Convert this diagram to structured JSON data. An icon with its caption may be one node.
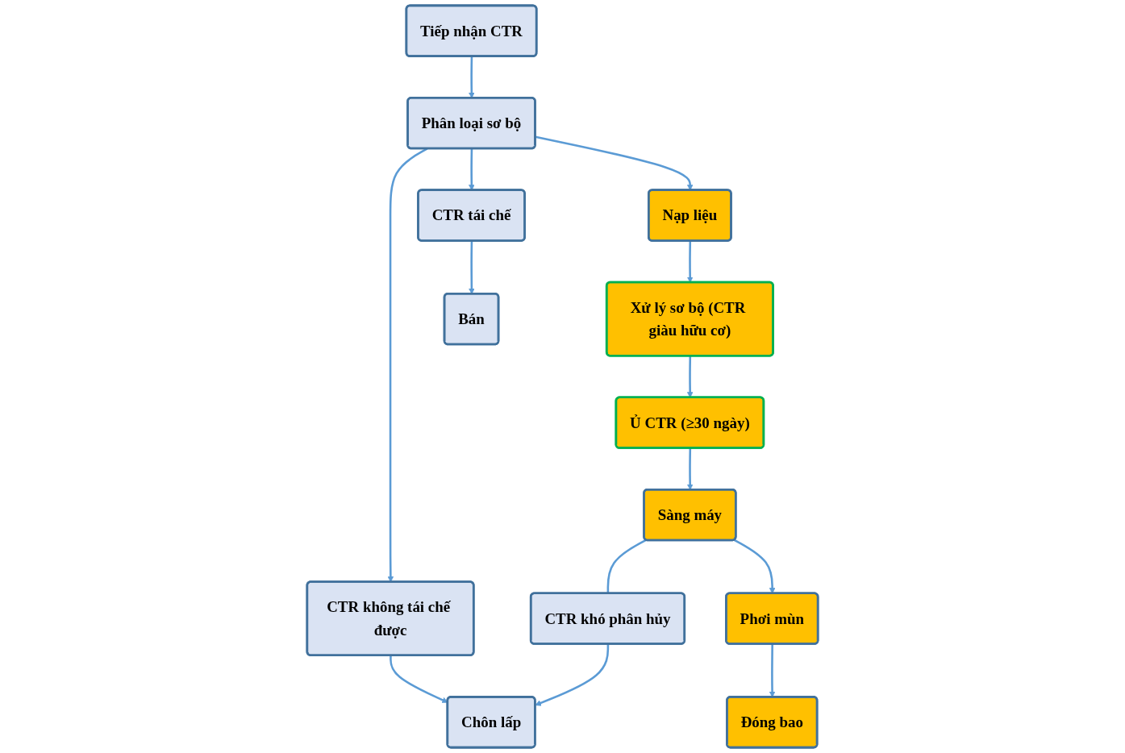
{
  "diagram": {
    "nodes": [
      {
        "text": [
          "Tiếp nhận CTR"
        ]
      },
      {
        "text": [
          "Phân loại sơ bộ"
        ]
      },
      {
        "text": [
          "Nạp liệu"
        ]
      },
      {
        "text": [
          "CTR tái chế"
        ]
      },
      {
        "text": [
          "CTR không tái chế được"
        ]
      },
      {
        "text": [
          "Xử lý sơ bộ (CTR giàu hữu cơ)"
        ]
      },
      {
        "text": [
          "Bán"
        ]
      },
      {
        "text": [
          "Chôn lấp"
        ]
      },
      {
        "text": [
          "CTR khó phân hủy"
        ]
      },
      {
        "text": [
          "Ủ CTR (≥30 ngày)"
        ]
      },
      {
        "text": [
          "Đóng bao"
        ]
      },
      {
        "text": [
          "Phơi mùn"
        ]
      },
      {
        "text": [
          "Sàng máy"
        ]
      }
    ],
    "edges": [
      {
        "from": 0,
        "to": 1,
        "arrow": "to"
      },
      {
        "from": 1,
        "to": 2,
        "arrow": "to"
      },
      {
        "from": 1,
        "to": 3,
        "arrow": "to"
      },
      {
        "from": 1,
        "to": 4,
        "arrow": "to"
      },
      {
        "from": 2,
        "to": 5,
        "arrow": "to"
      },
      {
        "from": 3,
        "to": 6,
        "arrow": "to"
      },
      {
        "from": 4,
        "to": 7,
        "arrow": "to"
      },
      {
        "from": 8,
        "to": 7,
        "arrow": "to"
      },
      {
        "from": 5,
        "to": 9,
        "arrow": "to"
      },
      {
        "from": 12,
        "to": 8,
        "arrow": "none"
      },
      {
        "from": 9,
        "to": 12,
        "arrow": "to"
      },
      {
        "from": 12,
        "to": 11,
        "arrow": "to"
      },
      {
        "from": 11,
        "to": 10,
        "arrow": "to"
      }
    ]
  }
}
